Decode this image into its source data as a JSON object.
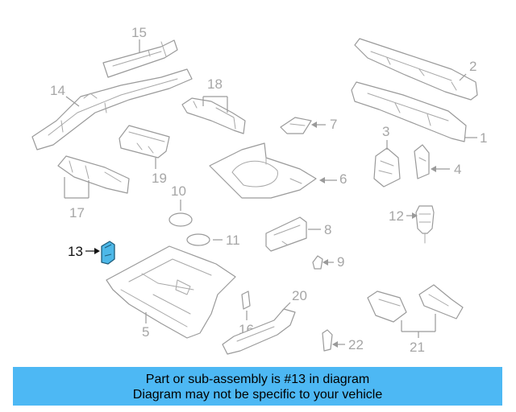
{
  "diagram": {
    "callouts": {
      "c1": "1",
      "c2": "2",
      "c3": "3",
      "c4": "4",
      "c5": "5",
      "c6": "6",
      "c7": "7",
      "c8": "8",
      "c9": "9",
      "c10": "10",
      "c11": "11",
      "c12": "12",
      "c13": "13",
      "c14": "14",
      "c15": "15",
      "c16": "16",
      "c17": "17",
      "c18": "18",
      "c19": "19",
      "c20": "20",
      "c21": "21",
      "c22": "22"
    },
    "highlighted_part": "13",
    "highlight_color": "#4db8e8"
  },
  "banner": {
    "line1": "Part or sub-assembly is #13 in diagram",
    "line2": "Diagram may not be specific to your vehicle",
    "background": "#4db8f4"
  }
}
